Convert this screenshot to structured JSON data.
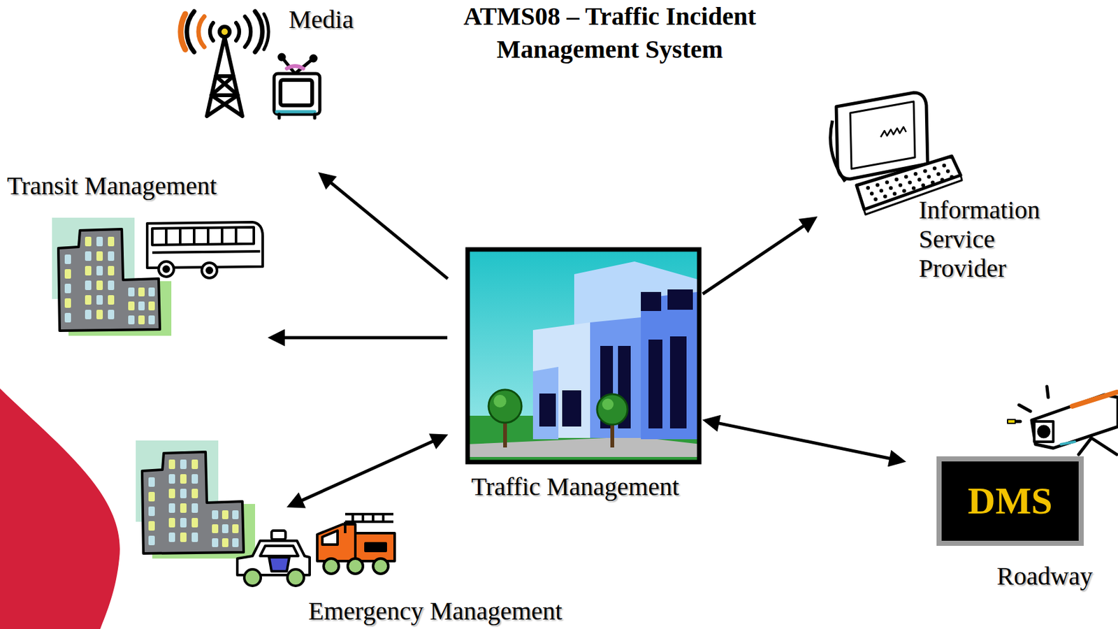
{
  "diagram": {
    "title": "ATMS08 – Traffic Incident Management System",
    "nodes": [
      {
        "text": [
          "Media"
        ]
      },
      {
        "text": [
          "Transit Management"
        ]
      },
      {
        "text": [
          "Information Service Provider"
        ]
      },
      {
        "text": [
          "Traffic Management"
        ]
      },
      {
        "text": [
          "Emergency Management"
        ]
      },
      {
        "text": [
          "Roadway"
        ]
      },
      {
        "text": [
          "DMS"
        ],
        "in": 5
      }
    ],
    "edges": [
      {
        "from": 3,
        "to": 0,
        "arrow": "to"
      },
      {
        "from": 3,
        "to": 1,
        "arrow": "to"
      },
      {
        "from": 3,
        "to": 2,
        "arrow": "to"
      },
      {
        "from": 3,
        "to": 4,
        "arrow": "both"
      },
      {
        "from": 3,
        "to": 5,
        "arrow": "both"
      }
    ]
  }
}
